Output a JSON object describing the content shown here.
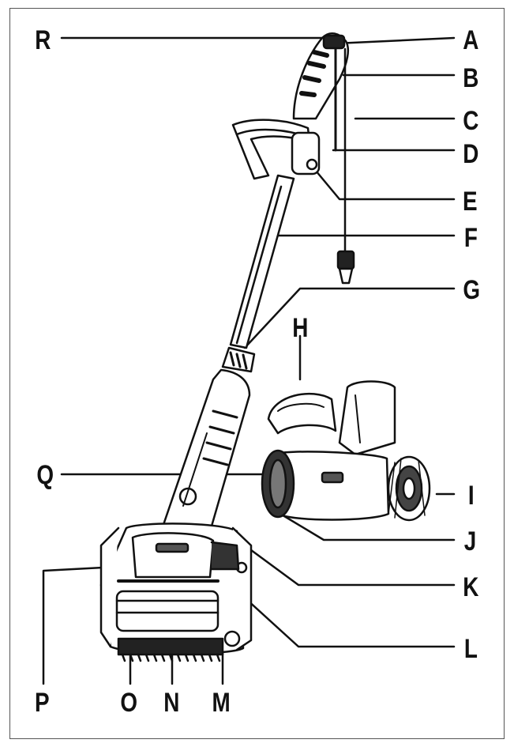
{
  "labels": {
    "A": "A",
    "B": "B",
    "C": "C",
    "D": "D",
    "E": "E",
    "F": "F",
    "G": "G",
    "H": "H",
    "I": "I",
    "J": "J",
    "K": "K",
    "L": "L",
    "M": "M",
    "N": "N",
    "O": "O",
    "P": "P",
    "Q": "Q",
    "R": "R"
  },
  "colors": {
    "line": "#111111",
    "frame": "#555555",
    "body_fill": "#ffffff",
    "dark": "#222222",
    "shade": "#8a8a8a"
  }
}
